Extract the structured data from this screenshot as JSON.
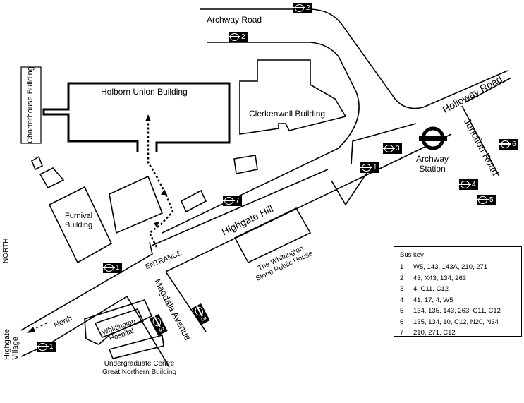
{
  "roads": {
    "archway_road": "Archway Road",
    "holloway_road": "Holloway Road",
    "junction_road": "Junction Road",
    "highgate_hill": "Highgate Hill",
    "magdala_avenue": "Magdala Avenue",
    "north_arrow": "North",
    "highgate_village": [
      "Highgate",
      "Village"
    ]
  },
  "buildings": {
    "holborn_union": "Holborn Union Building",
    "charterhouse": "Charterhouse Building",
    "clerkenwell": "Clerkenwell Building",
    "furnival": [
      "Furnival",
      "Building"
    ],
    "whittington_hospital": [
      "Whittington",
      "Hospital"
    ],
    "whittington_stone": [
      "The Whittington",
      "Stone Public House"
    ],
    "undergrad": [
      "Undergraduate Centre",
      "Great Northern Building"
    ],
    "archway_station": [
      "Archway",
      "Station"
    ]
  },
  "labels": {
    "entrance": "ENTRANCE",
    "north": "NORTH"
  },
  "bus_stops": {
    "archway_top": "2",
    "archway_road": "2",
    "holloway_right": "6",
    "station_upper": "3",
    "station_lower": "1",
    "junction_4": "4",
    "junction_5": "5",
    "highgate_7": "7",
    "highgate_1": "1",
    "magdala_3a": "3",
    "magdala_3b": "3",
    "village_1": "1"
  },
  "legend": {
    "title": "Bus key",
    "rows": [
      {
        "num": "1",
        "routes": "W5, 143, 143A, 210, 271"
      },
      {
        "num": "2",
        "routes": "43, X43, 134, 263"
      },
      {
        "num": "3",
        "routes": "4, C11, C12"
      },
      {
        "num": "4",
        "routes": "41, 17, 4, W5"
      },
      {
        "num": "5",
        "routes": "134, 135, 143, 263, C11, C12"
      },
      {
        "num": "6",
        "routes": "135, 134, 10, C12, N20, N34"
      },
      {
        "num": "7",
        "routes": "210, 271, C12"
      }
    ]
  }
}
